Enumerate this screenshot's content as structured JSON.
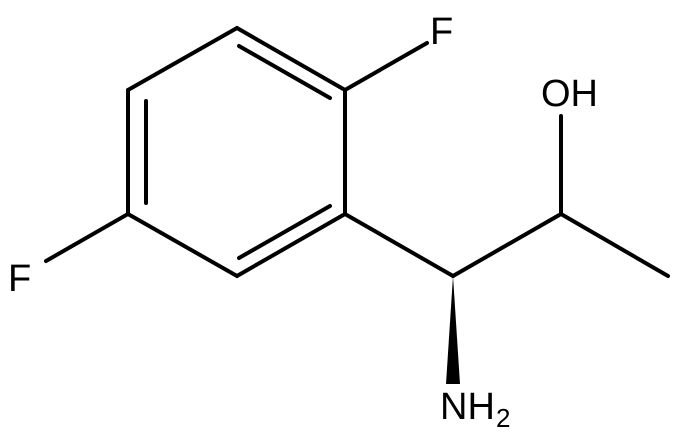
{
  "molecule": {
    "labels": {
      "f_top": "F",
      "f_left": "F",
      "oh": "OH",
      "nh": "NH",
      "nh_subscript": "2"
    }
  }
}
